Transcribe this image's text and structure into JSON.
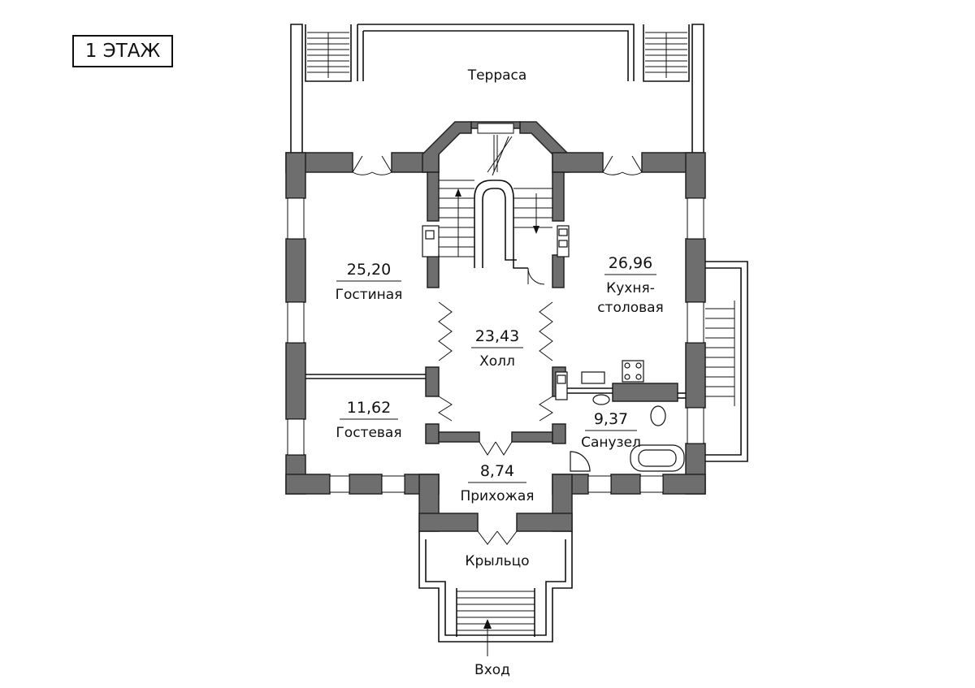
{
  "floor_label": "1 ЭТАЖ",
  "rooms": {
    "terrace": {
      "name": "Терраса"
    },
    "living": {
      "area": "25,20",
      "name": "Гостиная"
    },
    "kitchen": {
      "area": "26,96",
      "name_line1": "Кухня-",
      "name_line2": "столовая"
    },
    "hall": {
      "area": "23,43",
      "name": "Холл"
    },
    "guest": {
      "area": "11,62",
      "name": "Гостевая"
    },
    "bathroom": {
      "area": "9,37",
      "name": "Санузел"
    },
    "entry": {
      "area": "8,74",
      "name": "Прихожая"
    },
    "porch": {
      "name": "Крыльцо"
    }
  },
  "entrance_label": "Вход",
  "colors": {
    "wall": "#6e6e6e",
    "line": "#111111",
    "background": "#ffffff"
  }
}
